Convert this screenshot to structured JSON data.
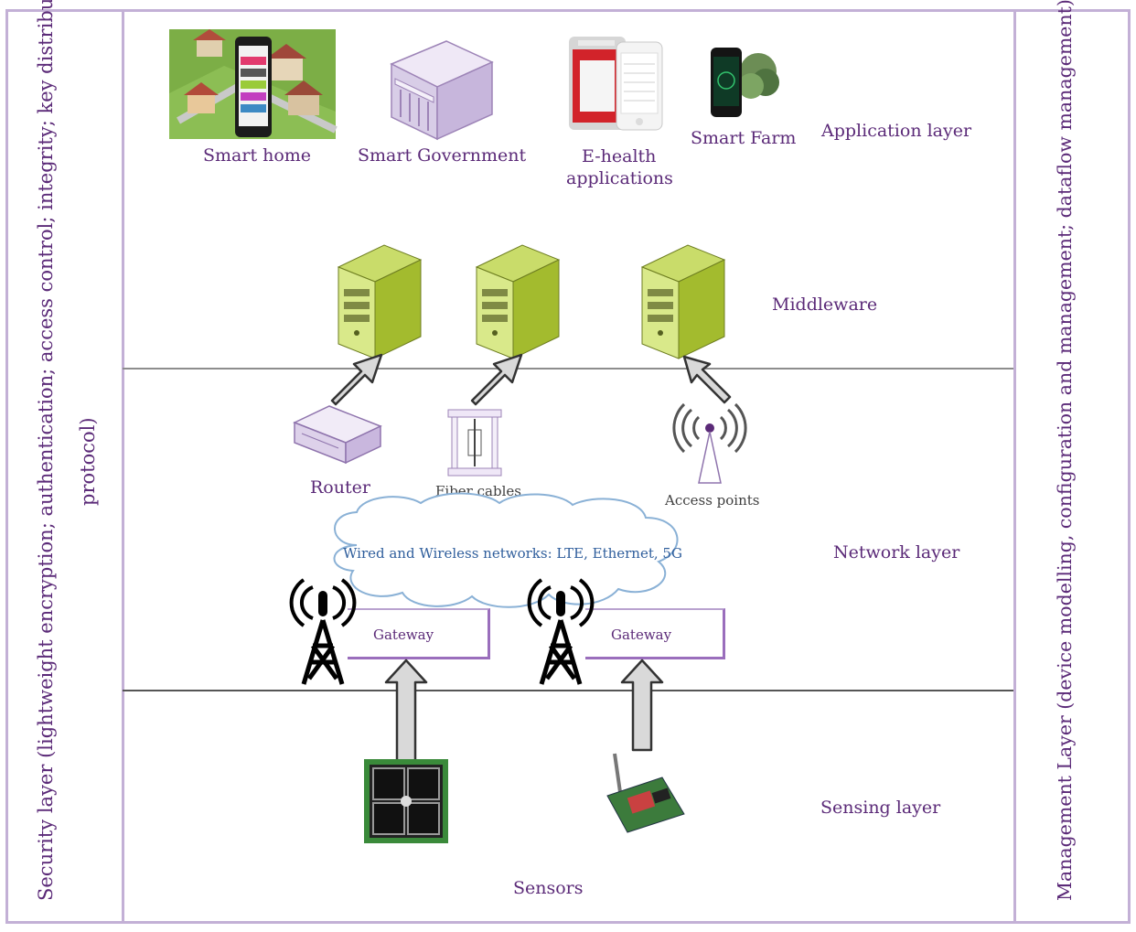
{
  "security_layer": {
    "line1": "Security layer (lightweight encryption; authentication; access control; integrity; key distribution",
    "line2": "protocol)"
  },
  "management_layer": {
    "text": "Management Layer (device modelling, configuration and management; dataflow management)"
  },
  "layers": {
    "application": "Application layer",
    "middleware": "Middleware",
    "network": "Network layer",
    "sensing": "Sensing  layer"
  },
  "applications": [
    {
      "label": "Smart home",
      "icon": "smart-home-image"
    },
    {
      "label": "Smart Government",
      "icon": "government-building-icon"
    },
    {
      "label_line1": "E-health",
      "label_line2": "applications",
      "icon": "ehealth-devices-image"
    },
    {
      "label": "Smart Farm",
      "icon": "smart-farm-phone-image"
    }
  ],
  "network": {
    "router": "Router",
    "fiber": "Fiber cables",
    "access_points": "Access points",
    "cloud": "Wired and Wireless networks: LTE, Ethernet, 5G",
    "gateway1": "Gateway",
    "gateway2": "Gateway"
  },
  "sensing": {
    "sensors": "Sensors"
  },
  "colors": {
    "frame": "#c3b0d6",
    "text": "#5b2a78",
    "server": "#a9c23a",
    "arrow": "#d9d9d9",
    "cloud_text": "#2f5e9c"
  }
}
